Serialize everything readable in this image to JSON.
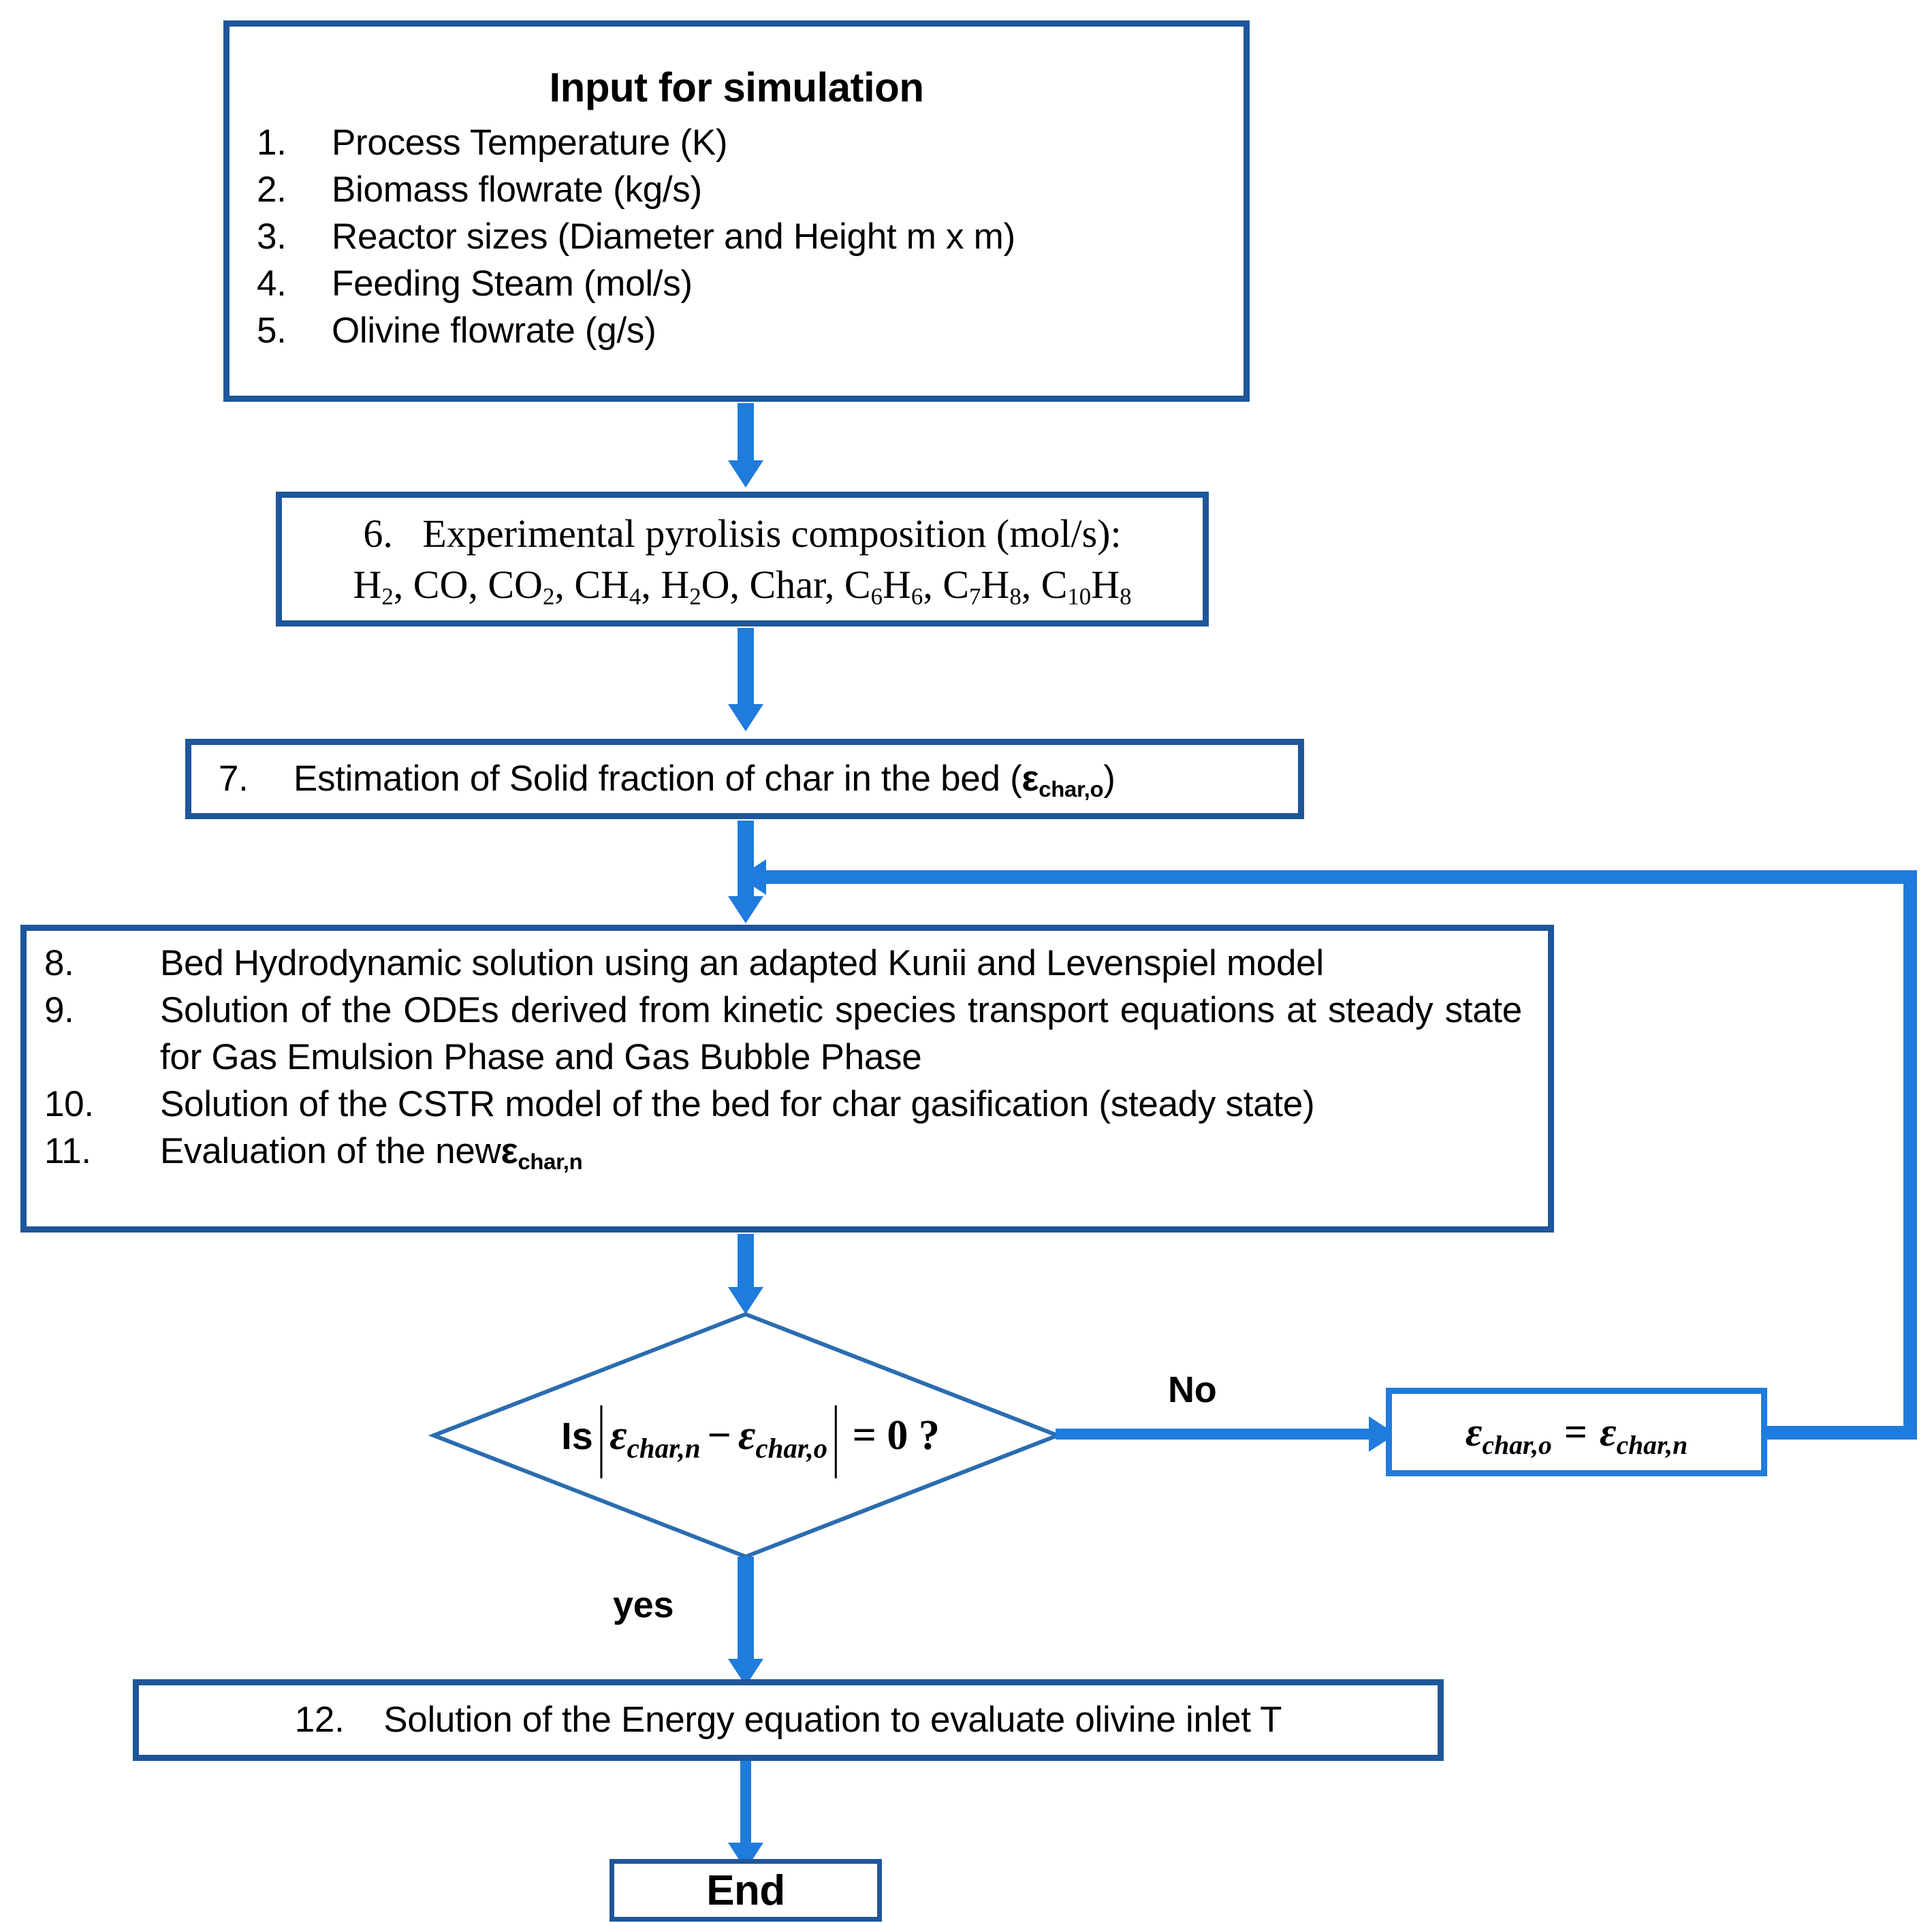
{
  "colors": {
    "box_border_dark": "#1F5699",
    "box_border_bright": "#1F7BDC",
    "connector": "#1F7BDC",
    "text": "#000000",
    "background": "#FFFFFF"
  },
  "nodes": {
    "input_box": {
      "title": "Input for simulation",
      "items": [
        {
          "num": "1.",
          "text": "Process Temperature (K)"
        },
        {
          "num": "2.",
          "text": "Biomass flowrate (kg/s)"
        },
        {
          "num": "3.",
          "text": "Reactor sizes (Diameter and Height m x m)"
        },
        {
          "num": "4.",
          "text": "Feeding Steam (mol/s)"
        },
        {
          "num": "5.",
          "text": "Olivine flowrate (g/s)"
        }
      ]
    },
    "pyrolysis_box": {
      "num": "6.",
      "line1": "Experimental pyrolisis composition (mol/s):",
      "species": [
        "H2",
        "CO",
        "CO2",
        "CH4",
        "H2O",
        "Char",
        "C6H6",
        "C7H8",
        "C10H8"
      ],
      "species_line": "H2, CO, CO2, CH4, H2O, Char, C6H6, C7H8, C10H8"
    },
    "estimation_box": {
      "num": "7.",
      "text": "Estimation of Solid fraction of char in the bed (",
      "symbol": "ε",
      "symbol_sub": "char,o",
      "text_end": ")"
    },
    "solution_box": {
      "items": [
        {
          "num": "8.",
          "text": "Bed Hydrodynamic solution using an adapted Kunii and Levenspiel model"
        },
        {
          "num": "9.",
          "text": "Solution of the ODEs derived from kinetic species transport equations at steady state for Gas Emulsion Phase and Gas Bubble Phase"
        },
        {
          "num": "10.",
          "text": "Solution of the CSTR model of the bed for char gasification (steady state)"
        },
        {
          "num": "11.",
          "text": "Evaluation of the new ",
          "symbol": "ε",
          "symbol_sub": "char,n"
        }
      ]
    },
    "decision": {
      "prefix": "Is",
      "expr_left_symbol": "ε",
      "expr_left_sub": "char,n",
      "operator": "−",
      "expr_right_symbol": "ε",
      "expr_right_sub": "char,o",
      "equals": "= 0 ?",
      "full_text": "Is |εchar,n − εchar,o| = 0 ?"
    },
    "assign_box": {
      "left_symbol": "ε",
      "left_sub": "char,o",
      "equals": "=",
      "right_symbol": "ε",
      "right_sub": "char,n",
      "full_text": "εchar,o = εchar,n"
    },
    "energy_box": {
      "num": "12.",
      "text": "Solution of the Energy equation to evaluate olivine inlet T"
    },
    "end_box": {
      "label": "End"
    }
  },
  "edges": {
    "no_label": "No",
    "yes_label": "yes"
  }
}
